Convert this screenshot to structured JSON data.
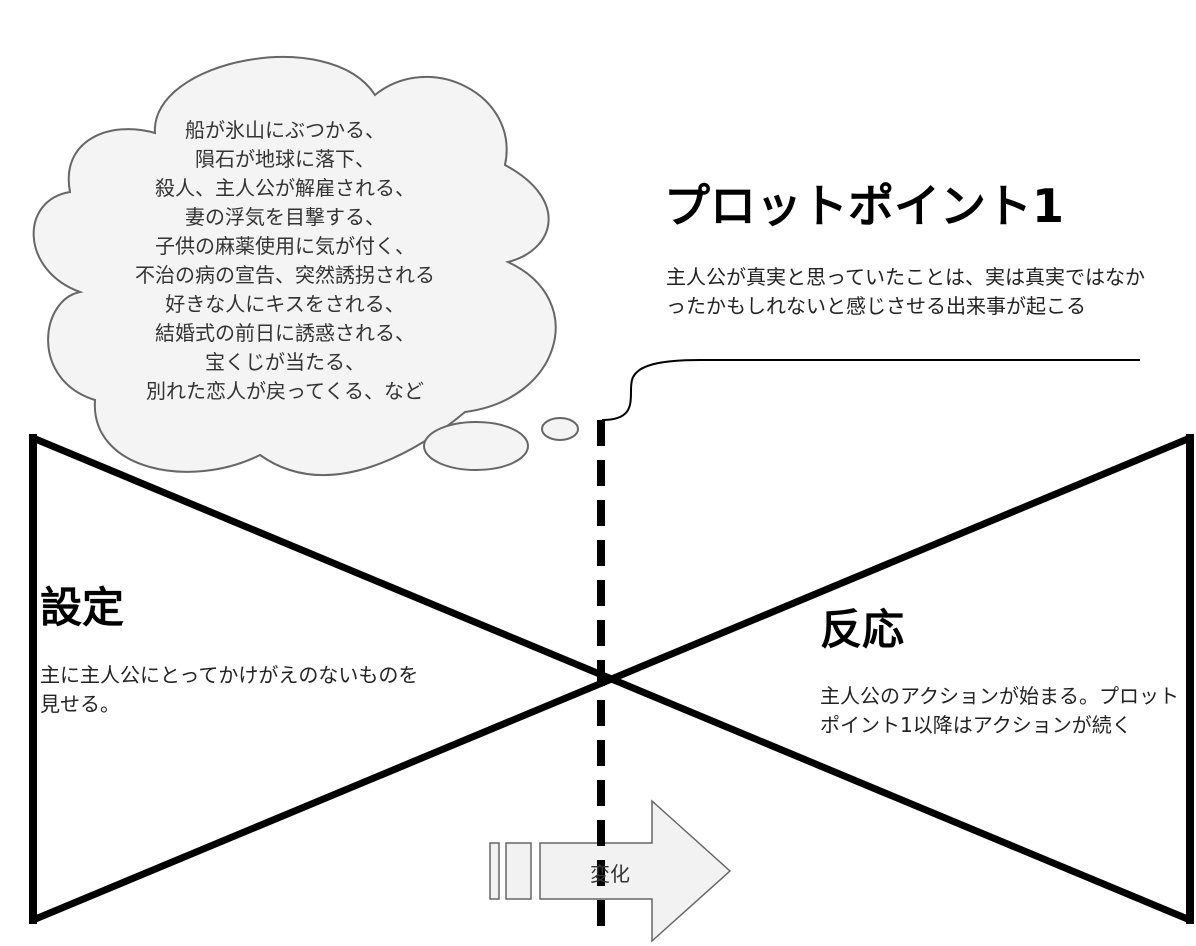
{
  "cloud": {
    "lines": [
      "船が氷山にぶつかる、",
      "隕石が地球に落下、",
      "殺人、主人公が解雇される、",
      "妻の浮気を目撃する、",
      "子供の麻薬使用に気が付く、",
      "不治の病の宣告、突然誘拐される",
      "好きな人にキスをされる、",
      "結婚式の前日に誘惑される、",
      "宝くじが当たる、",
      "別れた恋人が戻ってくる、など"
    ]
  },
  "plot_point": {
    "title": "プロットポイント1",
    "description": "主人公が真実と思っていたことは、実は真実ではなかったかもしれないと感じさせる出来事が起こる"
  },
  "setup": {
    "title": "設定",
    "description": "主に主人公にとってかけがえのないものを見せる。"
  },
  "reaction": {
    "title": "反応",
    "description": "主人公のアクションが始まる。プロットポイント1以降はアクションが続く"
  },
  "arrow": {
    "label": "変化"
  },
  "colors": {
    "stroke": "#000000",
    "cloud_fill": "#f4f4f4",
    "cloud_stroke": "#666666",
    "arrow_fill": "#f2f2f2"
  }
}
